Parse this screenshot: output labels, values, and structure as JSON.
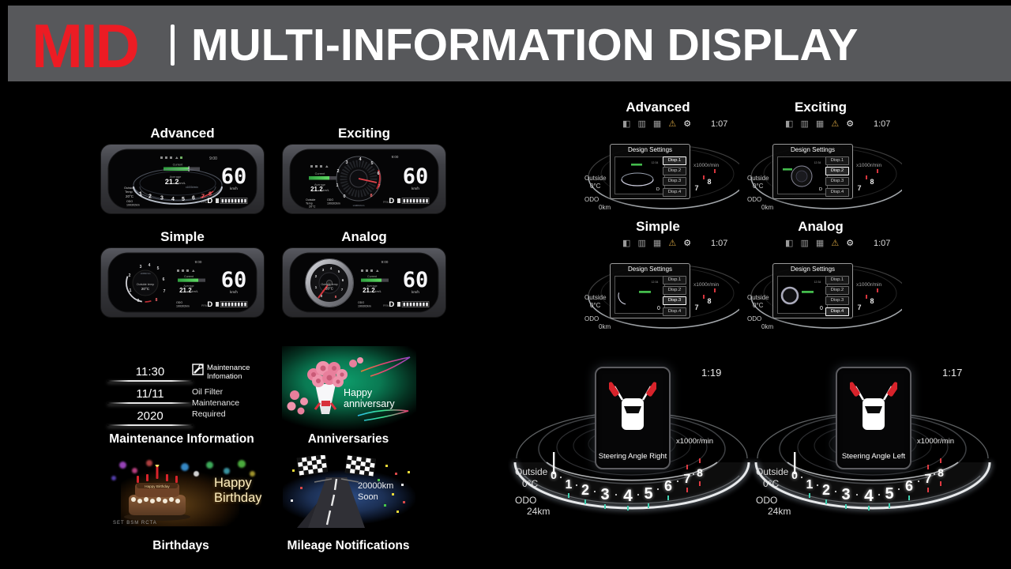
{
  "header": {
    "logo": "MID",
    "title": "MULTI-INFORMATION DISPLAY"
  },
  "cluster": {
    "labels": [
      "Advanced",
      "Exciting",
      "Simple",
      "Analog"
    ],
    "time": "9:00",
    "current_label": "Current",
    "average_label": "Average",
    "average_value": "21.2",
    "average_unit": "km/L",
    "speed": "60",
    "speed_unit": "km/h",
    "outside_line1": "Outside",
    "outside_line2": "Temp",
    "outside_temp": "20°C",
    "outside_temp_label": "Outside temp",
    "odo_label": "ODO",
    "odo_value": "199302km",
    "gear_others": "PRN",
    "gear": "D",
    "tach_unit": "x1000r/min",
    "tach_adv": [
      "1",
      "2",
      "3",
      "4",
      "5",
      "6",
      "7",
      "8"
    ],
    "tach_full": [
      "0",
      "1",
      "2",
      "3",
      "4",
      "5",
      "6",
      "7",
      "8"
    ]
  },
  "design": {
    "popup_title": "Design Settings",
    "options": [
      "Disp.1",
      "Disp.2",
      "Disp.3",
      "Disp.4"
    ],
    "quads": [
      {
        "label": "Advanced",
        "time": "1:07",
        "selected": 0
      },
      {
        "label": "Exciting",
        "time": "1:07",
        "selected": 1
      },
      {
        "label": "Simple",
        "time": "1:07",
        "selected": 2
      },
      {
        "label": "Analog",
        "time": "1:07",
        "selected": 3
      }
    ],
    "ring_digits": [
      "7",
      "8"
    ],
    "outside_line1": "Outside",
    "outside_line2": "0°C",
    "odo_label": "ODO",
    "odo_value": "0km",
    "tach_unit": "x1000r/min",
    "preview_gear": "D",
    "preview_speed": "0"
  },
  "steering": {
    "panels": [
      {
        "time": "1:19",
        "label": "Steering Angle Right"
      },
      {
        "time": "1:17",
        "label": "Steering Angle Left"
      }
    ],
    "numbers": [
      "0",
      "1",
      "2",
      "3",
      "4",
      "5",
      "6",
      "7",
      "8"
    ],
    "tach_unit": "x1000r/min",
    "outside_line1": "Outside",
    "outside_line2": "0°C",
    "odo_label": "ODO",
    "odo_value": "24km"
  },
  "maintenance": {
    "times": [
      "11:30",
      "11/11",
      "2020"
    ],
    "icon_title1": "Maintenance",
    "icon_title2": "Infomation",
    "lines": [
      "Oil Filter",
      "Maintenance",
      "Required"
    ],
    "label": "Maintenance Information"
  },
  "anniversaries": {
    "message": "Happy anniversary",
    "label": "Anniversaries"
  },
  "birthdays": {
    "line1": "Happy",
    "line2": "Birthday!",
    "footer": "SET BSM RCTA",
    "label": "Birthdays"
  },
  "mileage": {
    "line1": "20000km",
    "line2": "Soon",
    "label": "Mileage Notifications"
  }
}
